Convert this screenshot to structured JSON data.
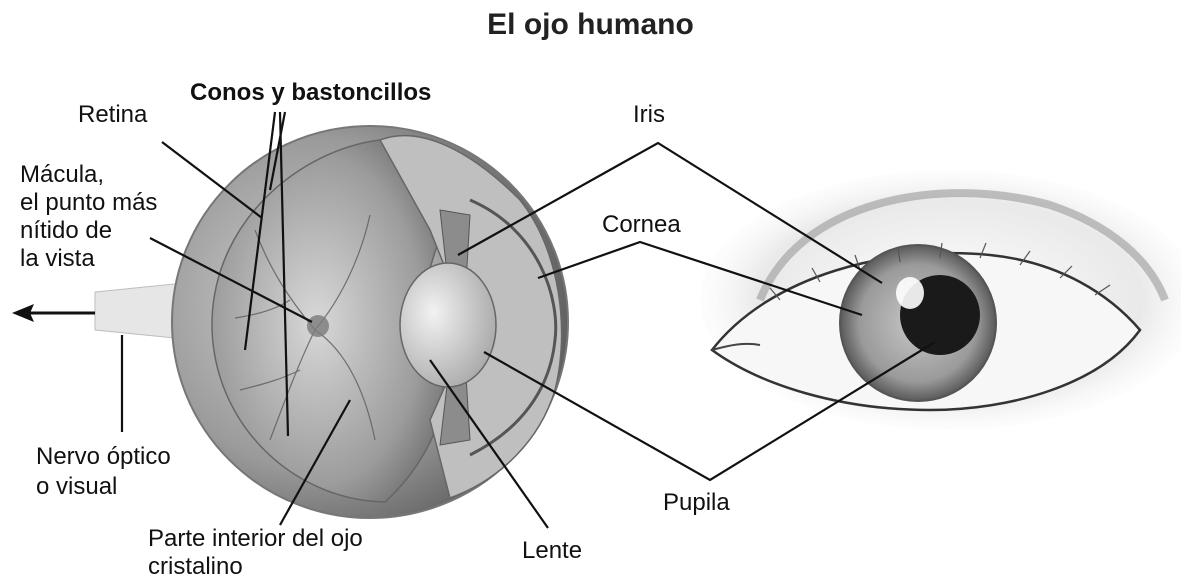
{
  "title": "El ojo humano",
  "labels": {
    "conos": "Conos y bastoncillos",
    "retina": "Retina",
    "macula_1": "Mácula,",
    "macula_2": "el punto más",
    "macula_3": "nítido de",
    "macula_4": "la vista",
    "iris": "Iris",
    "cornea": "Cornea",
    "nervo_1": "Nervo óptico",
    "nervo_2": "o visual",
    "parte_1": "Parte interior del ojo",
    "parte_2": "cristalino",
    "lente": "Lente",
    "pupila": "Pupila"
  },
  "colors": {
    "ink": "#111111",
    "shade": "#8a8a8a",
    "light": "#d9d9d9",
    "pupil": "#1a1a1a"
  }
}
